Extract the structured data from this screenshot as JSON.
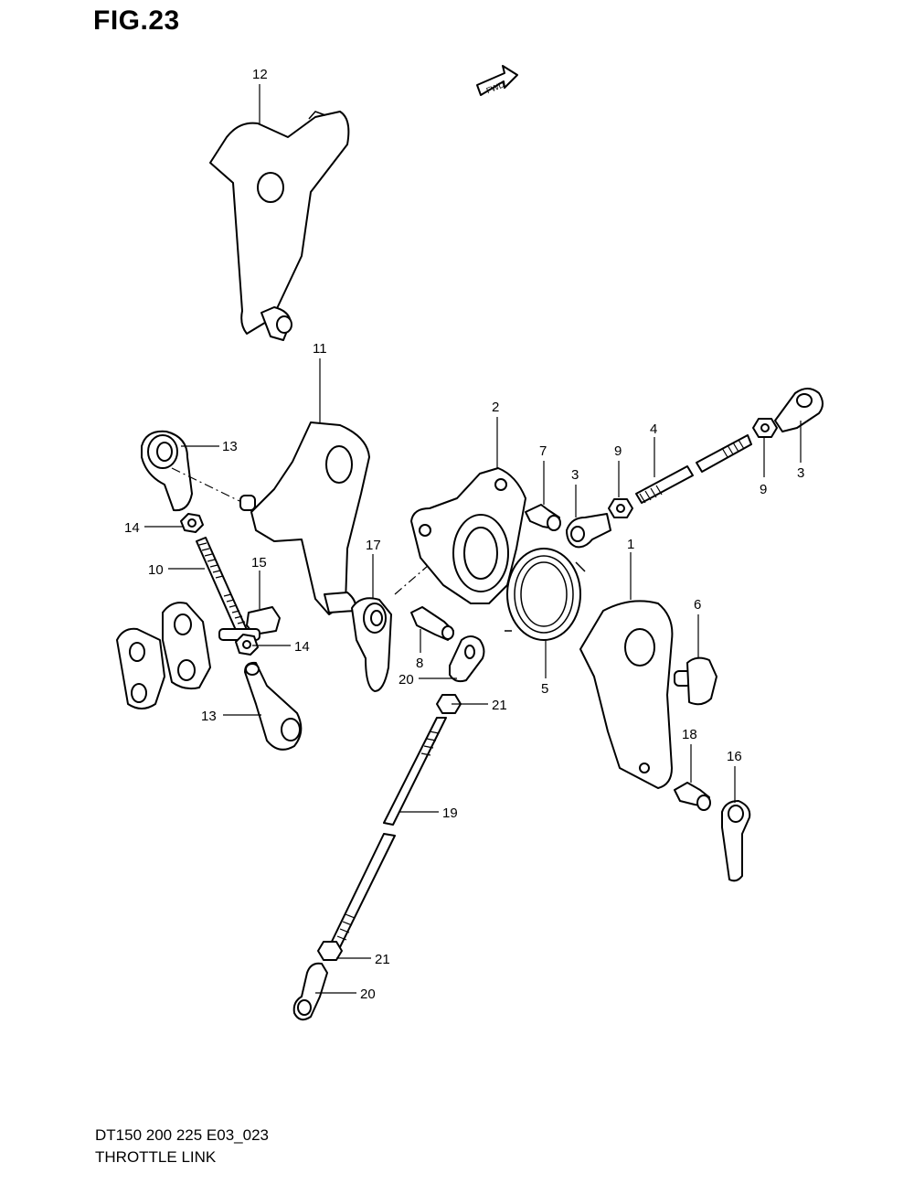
{
  "figure": {
    "title": "FIG.23",
    "model_code": "DT150 200 225 E03_023",
    "name": "THROTTLE LINK",
    "fwd_label": "FWD"
  },
  "callouts": [
    {
      "id": "c12",
      "label": "12"
    },
    {
      "id": "c11",
      "label": "11"
    },
    {
      "id": "c13a",
      "label": "13"
    },
    {
      "id": "c14a",
      "label": "14"
    },
    {
      "id": "c10",
      "label": "10"
    },
    {
      "id": "c15",
      "label": "15"
    },
    {
      "id": "c14b",
      "label": "14"
    },
    {
      "id": "c13b",
      "label": "13"
    },
    {
      "id": "c17",
      "label": "17"
    },
    {
      "id": "c8",
      "label": "8"
    },
    {
      "id": "c20a",
      "label": "20"
    },
    {
      "id": "c21a",
      "label": "21"
    },
    {
      "id": "c19",
      "label": "19"
    },
    {
      "id": "c21b",
      "label": "21"
    },
    {
      "id": "c20b",
      "label": "20"
    },
    {
      "id": "c2",
      "label": "2"
    },
    {
      "id": "c7",
      "label": "7"
    },
    {
      "id": "c3a",
      "label": "3"
    },
    {
      "id": "c9a",
      "label": "9"
    },
    {
      "id": "c4",
      "label": "4"
    },
    {
      "id": "c9b",
      "label": "9"
    },
    {
      "id": "c3b",
      "label": "3"
    },
    {
      "id": "c1",
      "label": "1"
    },
    {
      "id": "c5",
      "label": "5"
    },
    {
      "id": "c6",
      "label": "6"
    },
    {
      "id": "c18",
      "label": "18"
    },
    {
      "id": "c16",
      "label": "16"
    }
  ]
}
